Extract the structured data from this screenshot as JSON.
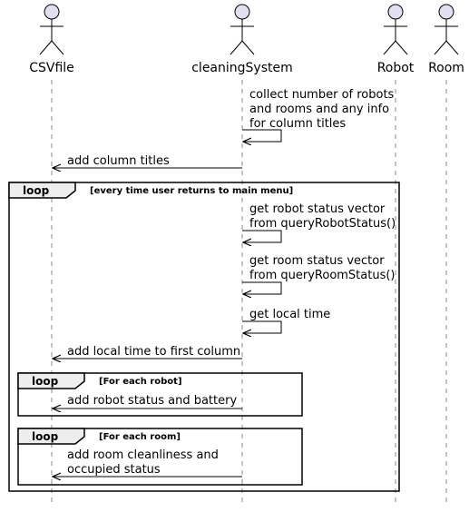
{
  "actors": [
    {
      "id": "csv",
      "label": "CSVfile"
    },
    {
      "id": "sys",
      "label": "cleaningSystem"
    },
    {
      "id": "robot",
      "label": "Robot"
    },
    {
      "id": "room",
      "label": "Room"
    }
  ],
  "messages": [
    {
      "from": "sys",
      "to": "sys",
      "lines": [
        "collect number of robots",
        "and rooms and any info",
        "for column titles"
      ]
    },
    {
      "from": "sys",
      "to": "csv",
      "lines": [
        "add column titles"
      ]
    },
    {
      "from": "sys",
      "to": "sys",
      "lines": [
        "get robot status vector",
        "from queryRobotStatus()"
      ]
    },
    {
      "from": "sys",
      "to": "sys",
      "lines": [
        "get room status vector",
        "from queryRoomStatus()"
      ]
    },
    {
      "from": "sys",
      "to": "sys",
      "lines": [
        "get local time"
      ]
    },
    {
      "from": "sys",
      "to": "csv",
      "lines": [
        "add local time to first column"
      ]
    },
    {
      "from": "sys",
      "to": "csv",
      "lines": [
        "add robot status and battery"
      ]
    },
    {
      "from": "sys",
      "to": "csv",
      "lines": [
        "add room cleanliness and",
        "occupied status"
      ]
    }
  ],
  "fragments": [
    {
      "keyword": "loop",
      "condition": "[every time user returns to main menu]"
    },
    {
      "keyword": "loop",
      "condition": "[For each robot]"
    },
    {
      "keyword": "loop",
      "condition": "[For each room]"
    }
  ]
}
